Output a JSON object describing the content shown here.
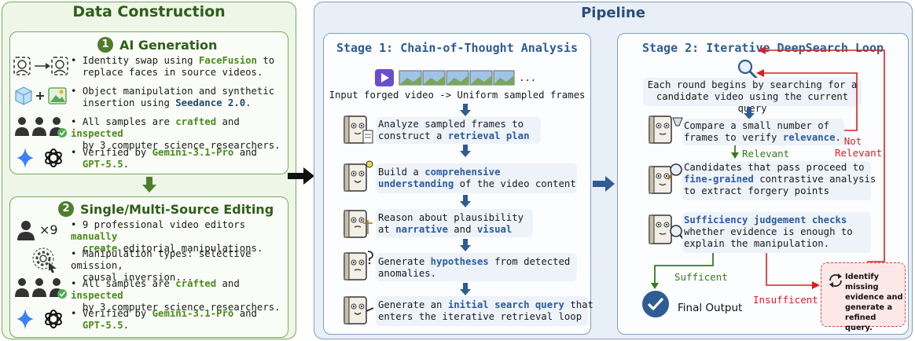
{
  "left": {
    "title": "Data Construction",
    "section1": {
      "number": "1",
      "title": "AI Generation",
      "items": [
        {
          "pre": "Identity swap using ",
          "hl": "FaceFusion",
          "post": " to",
          "line2": "replace faces in source videos."
        },
        {
          "pre": "Object manipulation and synthetic",
          "line2pre": "insertion using ",
          "hl": "Seedance 2.0",
          "post": "."
        },
        {
          "pre": "All samples are ",
          "hl1": "crafted",
          "mid": " and ",
          "hl2": "inspected",
          "line2": "by 3 computer science researchers."
        },
        {
          "pre": "Verified by ",
          "hl1": "Gemini-3.1-Pro",
          "mid": " and",
          "hl2": "GPT-5.5",
          "post": "."
        }
      ]
    },
    "section2": {
      "number": "2",
      "title": "Single/Multi-Source Editing",
      "x9": "×9",
      "items": [
        {
          "pre": "9 professional video editors ",
          "hl1": "manually",
          "hl2": "create",
          "post": " editorial manipulations."
        },
        {
          "pre": "Manipulation types: selective omission,",
          "line2": "causal inversion..."
        },
        {
          "pre": "All samples are ",
          "hl1": "crafted",
          "mid": " and ",
          "hl2": "inspected",
          "line2": "by 3 computer science researchers."
        },
        {
          "pre": "Verified by ",
          "hl1": "Gemini-3.1-Pro",
          "mid": " and",
          "hl2": "GPT-5.5",
          "post": "."
        }
      ]
    }
  },
  "right": {
    "title": "Pipeline",
    "stage1": {
      "title": "Stage 1: Chain-of-Thought Analysis",
      "ellipsis": "...",
      "input_label": "Input forged video -> Uniform sampled frames",
      "steps": [
        {
          "l1": "Analyze sampled frames to",
          "l2pre": "construct a ",
          "hl": "retrieval plan"
        },
        {
          "l1pre": "Build a ",
          "hl1": "comprehensive",
          "hl2": "understanding",
          "post": " of the video content"
        },
        {
          "l1": "Reason about plausibility",
          "l2pre": "at ",
          "hl1": "narrative",
          "mid": " and ",
          "hl2": "visual"
        },
        {
          "l1pre": "Generate ",
          "hl": "hypotheses",
          "post": " from detected",
          "l2": "anomalies."
        },
        {
          "l1pre": "Generate an ",
          "hl": "initial search query",
          "post": " that",
          "l2": "enters the iterative retrieval loop"
        }
      ]
    },
    "stage2": {
      "title": "Stage 2: Iterative DeepSearch Loop",
      "search_l1": "Each round begins by searching for a",
      "search_l2": "candidate video using the current query",
      "compare_l1": "Compare a small number of",
      "compare_l2pre": "frames to verify ",
      "compare_hl": "relevance",
      "relevant": "Relevant",
      "not_relevant_1": "Not",
      "not_relevant_2": "Relevant",
      "cand_l1": "Candidates that pass proceed to",
      "cand_hl": "fine-grained",
      "cand_l2post": " contrastive analysis",
      "cand_l3": "to extract forgery points",
      "suff_hl": "Sufficiency judgement checks",
      "suff_l2": "whether evidence is enough to",
      "suff_l3": "explain the manipulation.",
      "sufficent": "Sufficent",
      "insufficent": "Insufficent",
      "final_output": "Final Output",
      "refine_l1": "Identify missing",
      "refine_l2": "evidence and",
      "refine_l3": "generate a",
      "refine_l4": "refined query."
    }
  }
}
